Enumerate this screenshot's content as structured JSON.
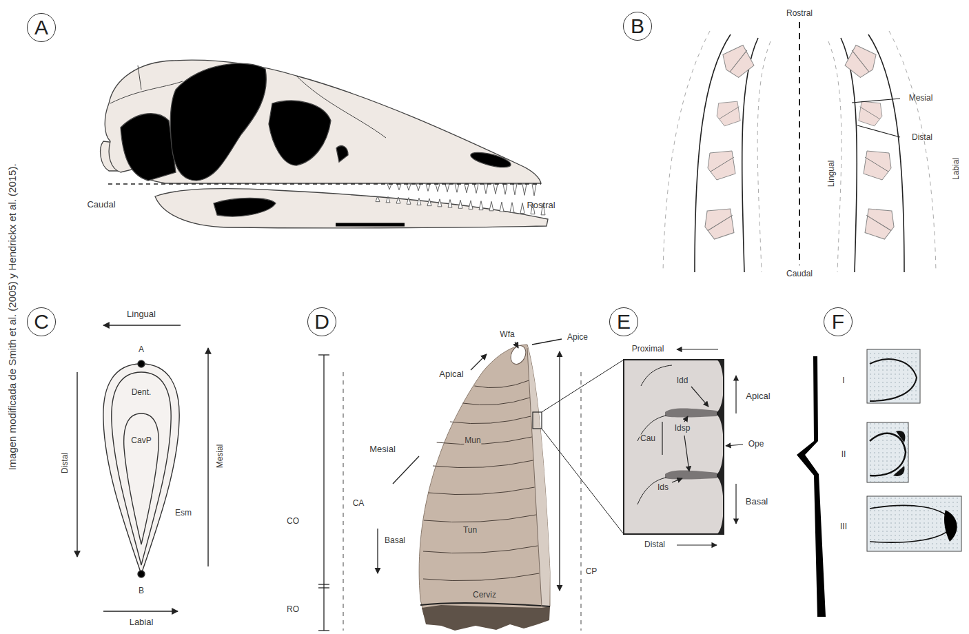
{
  "diagram": {
    "nodes": [
      {
        "text": [
          "A"
        ]
      },
      {
        "text": [
          "B"
        ]
      },
      {
        "text": [
          "C"
        ]
      },
      {
        "text": [
          "D"
        ]
      },
      {
        "text": [
          "E"
        ]
      },
      {
        "text": [
          "F"
        ]
      }
    ],
    "labels": [
      "Imagen modificada de Smith et al. (2005) y Hendrickx et al. (2015).",
      "Caudal",
      "Rostral",
      "Rostral",
      "Mesial",
      "Distal",
      "Lingual",
      "Labial",
      "Caudal",
      "Lingual",
      "A",
      "Dent.",
      "CavP",
      "Distal",
      "Mesial",
      "Esm",
      "B",
      "Labial",
      "Wfa",
      "Apice",
      "Apical",
      "Mesial",
      "Mun",
      "CO",
      "CA",
      "Tun",
      "Basal",
      "Cerviz",
      "RO",
      "CP",
      "Proximal",
      "Idd",
      "Apical",
      "Cau",
      "Idsp",
      "Ope",
      "Ids",
      "Basal",
      "Distal",
      "I",
      "II",
      "III"
    ]
  }
}
